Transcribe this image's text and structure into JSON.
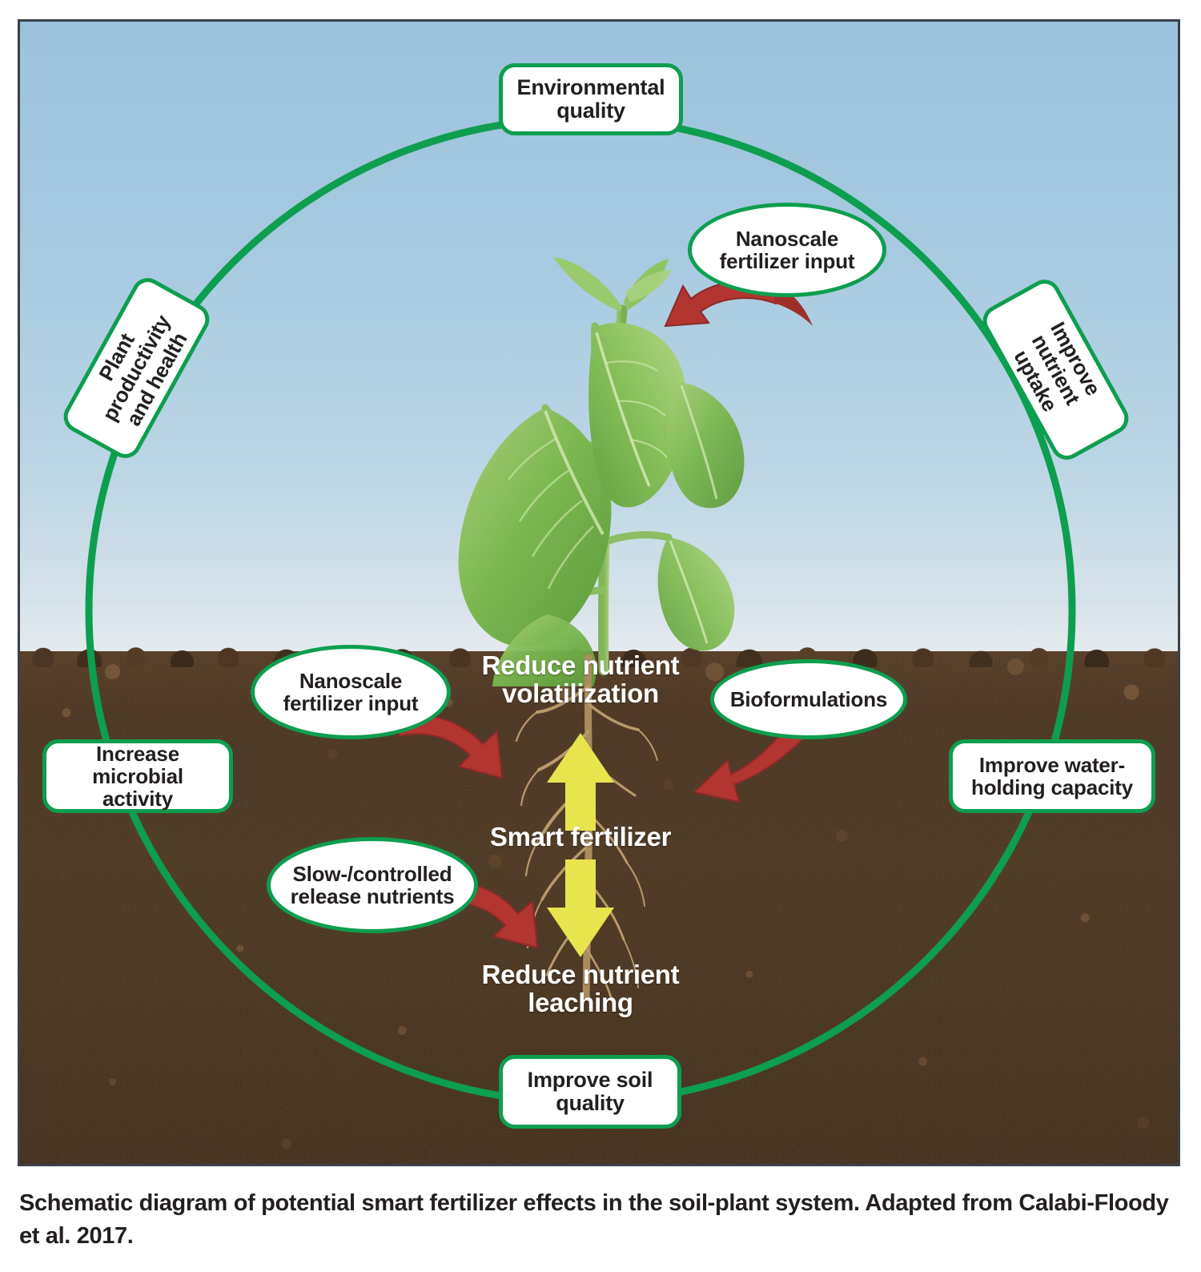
{
  "figure": {
    "title": "Schematic diagram of potential smart fertilizer effects in the soil-plant system",
    "colors": {
      "circle_green": "#0d9e4f",
      "red_arrow": "#b2352f",
      "yellow_arrow": "#e8e44e",
      "sky_top": "#9cc2dc",
      "sky_bottom": "#e4ebef",
      "soil": "#3d2c1e",
      "frame": "#3b4048",
      "text_dark": "#231f20",
      "text_light": "#ffffff"
    },
    "scene": {
      "plant_name": "pepper-seedling",
      "soil_name": "soil-cross-section",
      "sky_name": "sky-background"
    }
  },
  "nodes": {
    "environmental_quality": "Environmental\nquality",
    "nanoscale_fertilizer_input_top": "Nanoscale\nfertilizer input",
    "plant_productivity_and_health": "Plant productivity\nand health",
    "improve_nutrient_uptake": "Improve nutrient\nuptake",
    "increase_microbial_activity": "Increase microbial\nactivity",
    "improve_water_holding_capacity": "Improve water-\nholding capacity",
    "nanoscale_fertilizer_input_soil": "Nanoscale\nfertilizer input",
    "bioformulations": "Bioformulations",
    "slow_controlled_release_nutrients": "Slow-/controlled\nrelease nutrients",
    "improve_soil_quality": "Improve soil\nquality"
  },
  "soil_labels": {
    "reduce_nutrient_volatilization": "Reduce nutrient\nvolatilization",
    "smart_fertilizer": "Smart fertilizer",
    "reduce_nutrient_leaching": "Reduce nutrient\nleaching"
  },
  "arrows": {
    "up_arrow": "reduce-volatilization-up-arrow",
    "down_arrow": "reduce-leaching-down-arrow",
    "red_to_plant": "nanoscale-fertilizer-to-leaf-arrow",
    "red_nanoscale_soil": "nanoscale-fertilizer-to-soil-arrow",
    "red_bioformulations": "bioformulations-to-soil-arrow",
    "red_slow_release": "slow-release-to-soil-arrow"
  },
  "caption": {
    "text": "Schematic diagram of potential smart fertilizer effects in the soil-plant system. Adapted from Calabi-Floody et al. 2017."
  }
}
